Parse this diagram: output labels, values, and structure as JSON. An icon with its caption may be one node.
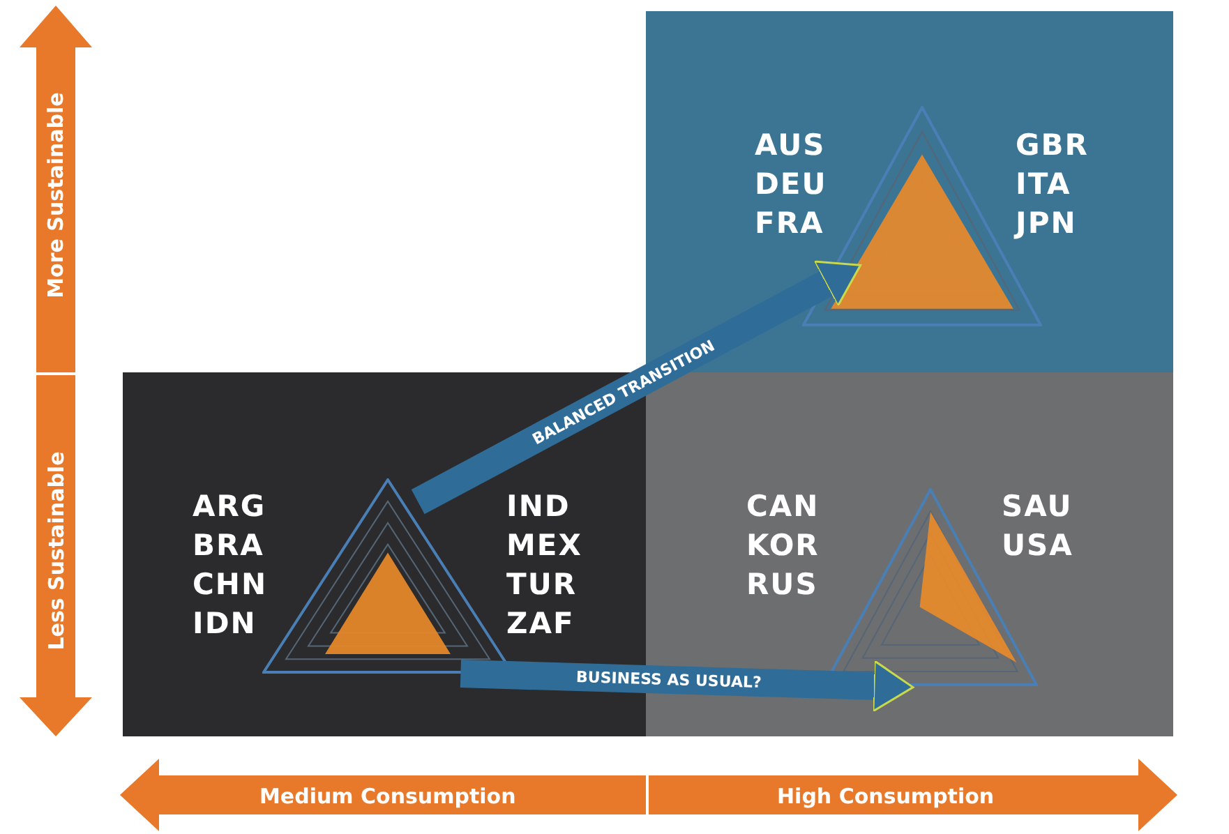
{
  "diagram": {
    "nodes": [
      {
        "text": [
          "ARG BRA CHN IDN",
          "IND MEX TUR ZAF"
        ]
      },
      {
        "text": [],
        "shape": "triangle",
        "in": 0
      },
      {
        "text": [
          "AUS DEU FRA",
          "GBR ITA JPN"
        ]
      },
      {
        "text": [],
        "shape": "triangle",
        "in": 2
      },
      {
        "text": [
          "CAN KOR RUS",
          "SAU USA"
        ]
      },
      {
        "text": [],
        "shape": "triangle",
        "in": 4
      }
    ],
    "edges": [
      {
        "from": 1,
        "to": 3,
        "arrow": "to",
        "label": "BALANCED TRANSITION"
      },
      {
        "from": 1,
        "to": 5,
        "arrow": "to",
        "label": "BUSINESS AS USUAL?"
      }
    ],
    "labels": [
      "More Sustainable",
      "Less Sustainable",
      "Medium Consumption",
      "High Consumption"
    ]
  }
}
